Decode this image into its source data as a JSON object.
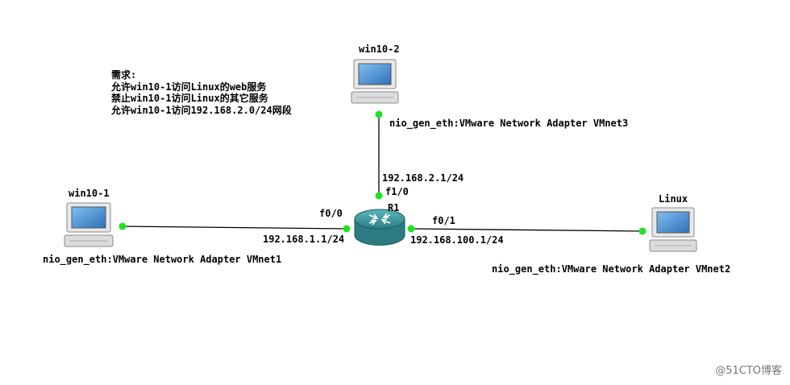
{
  "requirements": {
    "title": "需求:",
    "lines": [
      "允许win10-1访问Linux的web服务",
      "禁止win10-1访问Linux的其它服务",
      "允许win10-1访问192.168.2.0/24网段"
    ]
  },
  "nodes": {
    "win10_1": {
      "name": "win10-1",
      "adapter": "nio_gen_eth:VMware Network Adapter VMnet1"
    },
    "win10_2": {
      "name": "win10-2",
      "adapter": "nio_gen_eth:VMware Network Adapter VMnet3"
    },
    "linux": {
      "name": "Linux",
      "adapter": "nio_gen_eth:VMware Network Adapter VMnet2"
    },
    "router": {
      "name": "R1"
    }
  },
  "interfaces": {
    "f0_0": {
      "port": "f0/0",
      "ip": "192.168.1.1/24"
    },
    "f0_1": {
      "port": "f0/1",
      "ip": "192.168.100.1/24"
    },
    "f1_0": {
      "port": "f1/0",
      "ip": "192.168.2.1/24"
    }
  },
  "colors": {
    "link": "#000000",
    "port_dot": "#22e022",
    "router": "#3a9aa0",
    "screen": "#4a8fd0"
  },
  "watermark": "@51CTO博客"
}
